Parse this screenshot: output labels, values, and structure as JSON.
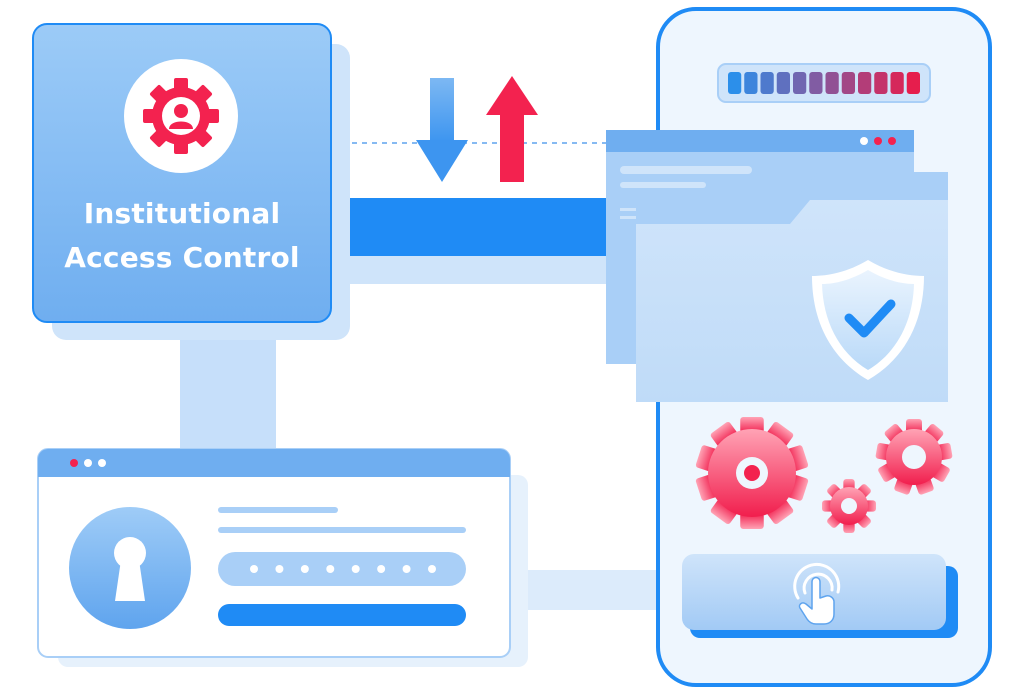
{
  "card": {
    "title_line1": "Institutional",
    "title_line2": "Access Control"
  },
  "icons": {
    "card": "gear-user-icon",
    "lock": "keyhole-icon",
    "shield": "shield-check-icon",
    "touch": "touch-tap-icon",
    "transfer_down": "arrow-down-icon",
    "transfer_up": "arrow-up-icon"
  },
  "password": {
    "masked_dots": 8
  },
  "battery": {
    "segments": 12,
    "level": 1.0
  },
  "colors": {
    "primary_blue": "#1F8BF5",
    "light_blue": "#A9CFF7",
    "pale_blue": "#DCEBFB",
    "accent_red": "#F3224F",
    "accent_pink": "#FF7D96",
    "window_dot_red": "#F3224F",
    "white": "#FFFFFF"
  }
}
